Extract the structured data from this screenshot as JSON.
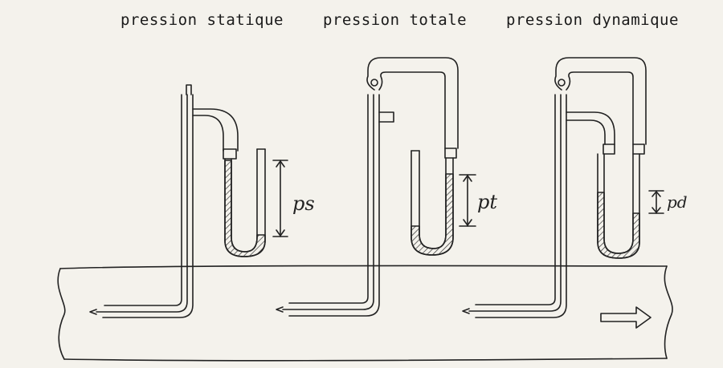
{
  "titles": {
    "static": "pression statique",
    "total": "pression totale",
    "dynamic": "pression dynamique"
  },
  "labels": {
    "ps": "ps",
    "pt": "pt",
    "pd": "pd"
  },
  "icons": {
    "flow": "right-arrow-icon"
  },
  "colors": {
    "ink": "#222222",
    "paper": "#f4f2ec"
  }
}
